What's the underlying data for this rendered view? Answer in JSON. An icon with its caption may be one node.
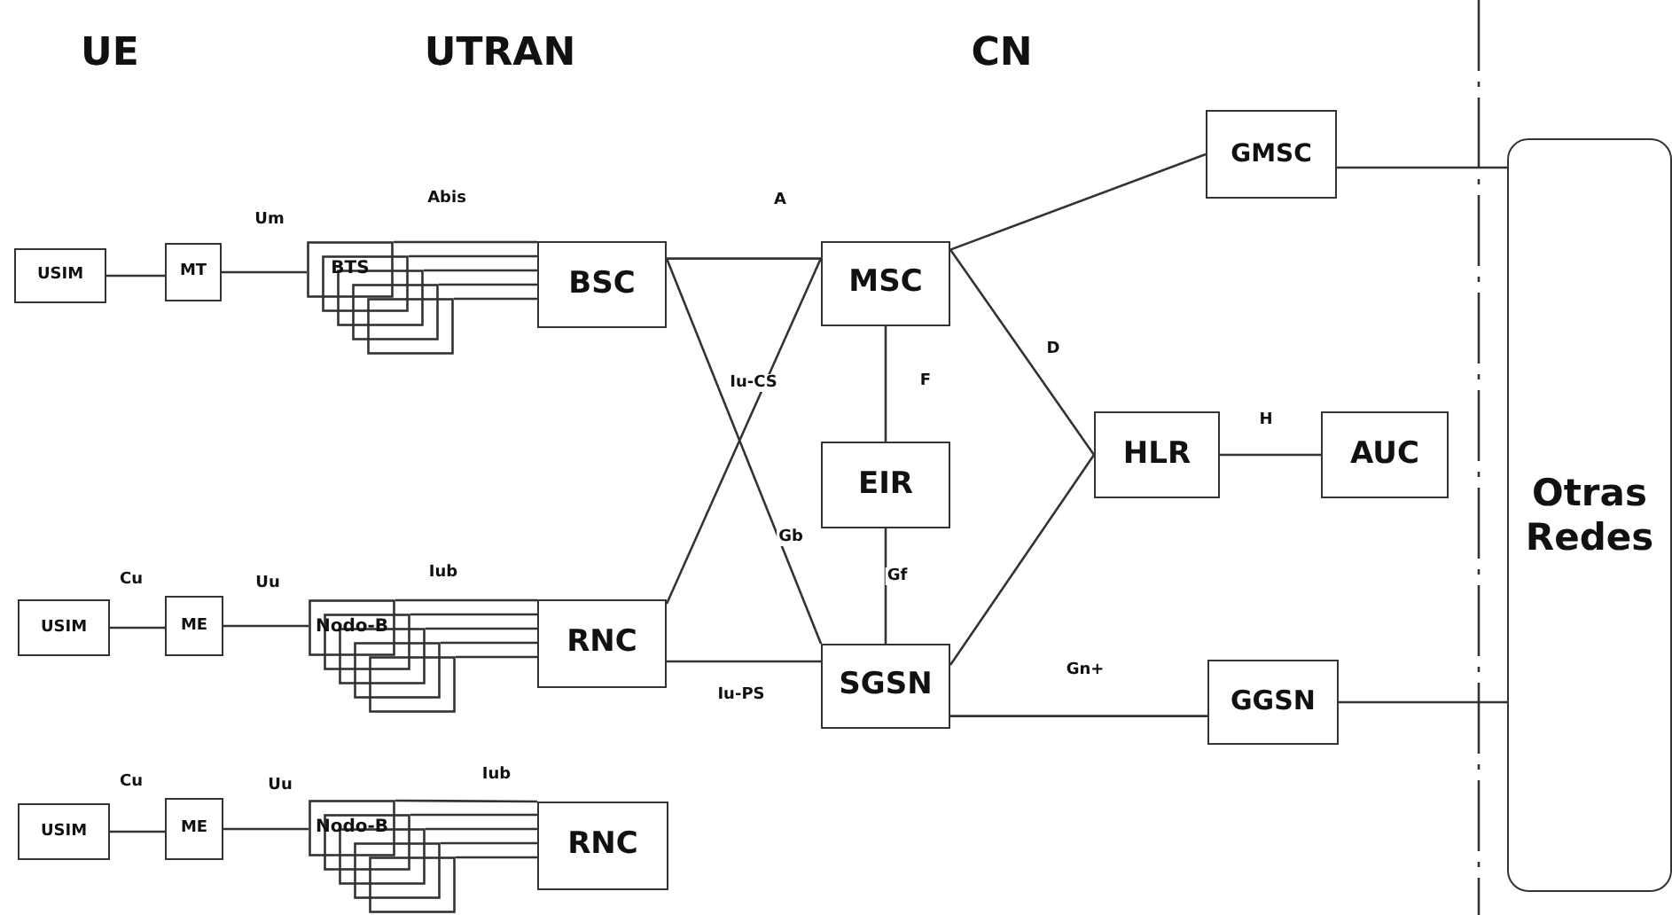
{
  "diagram": {
    "nodes": [
      {
        "text": [
          "USIM"
        ]
      },
      {
        "text": [
          "MT"
        ]
      },
      {
        "text": [
          "BTS"
        ]
      },
      {
        "text": [
          "BSC"
        ]
      },
      {
        "text": [
          "USIM"
        ]
      },
      {
        "text": [
          "ME"
        ]
      },
      {
        "text": [
          "Nodo-B"
        ]
      },
      {
        "text": [
          "RNC"
        ]
      },
      {
        "text": [
          "USIM"
        ]
      },
      {
        "text": [
          "ME"
        ]
      },
      {
        "text": [
          "Nodo-B"
        ]
      },
      {
        "text": [
          "RNC"
        ]
      },
      {
        "text": [
          "GMSC"
        ]
      },
      {
        "text": [
          "MSC"
        ]
      },
      {
        "text": [
          "EIR"
        ]
      },
      {
        "text": [
          "HLR"
        ]
      },
      {
        "text": [
          "AUC"
        ]
      },
      {
        "text": [
          "SGSN"
        ]
      },
      {
        "text": [
          "GGSN"
        ]
      },
      {
        "text": [
          "Otras Redes"
        ]
      }
    ],
    "edges": [
      {
        "from": 0,
        "to": 1,
        "arrow": "none"
      },
      {
        "from": 1,
        "to": 2,
        "arrow": "none",
        "label": "Um"
      },
      {
        "from": 2,
        "to": 3,
        "arrow": "none",
        "label": "Abis"
      },
      {
        "from": 2,
        "to": 3,
        "arrow": "none"
      },
      {
        "from": 2,
        "to": 3,
        "arrow": "none"
      },
      {
        "from": 2,
        "to": 3,
        "arrow": "none"
      },
      {
        "from": 2,
        "to": 3,
        "arrow": "none"
      },
      {
        "from": 4,
        "to": 5,
        "arrow": "none",
        "label": "Cu"
      },
      {
        "from": 5,
        "to": 6,
        "arrow": "none",
        "label": "Uu"
      },
      {
        "from": 6,
        "to": 7,
        "arrow": "none",
        "label": "Iub"
      },
      {
        "from": 6,
        "to": 7,
        "arrow": "none"
      },
      {
        "from": 6,
        "to": 7,
        "arrow": "none"
      },
      {
        "from": 6,
        "to": 7,
        "arrow": "none"
      },
      {
        "from": 6,
        "to": 7,
        "arrow": "none"
      },
      {
        "from": 8,
        "to": 9,
        "arrow": "none",
        "label": "Cu"
      },
      {
        "from": 9,
        "to": 10,
        "arrow": "none",
        "label": "Uu"
      },
      {
        "from": 10,
        "to": 11,
        "arrow": "none",
        "label": "Iub"
      },
      {
        "from": 10,
        "to": 11,
        "arrow": "none"
      },
      {
        "from": 10,
        "to": 11,
        "arrow": "none"
      },
      {
        "from": 10,
        "to": 11,
        "arrow": "none"
      },
      {
        "from": 10,
        "to": 11,
        "arrow": "none"
      },
      {
        "from": 3,
        "to": 13,
        "arrow": "none",
        "label": "A"
      },
      {
        "from": 3,
        "to": 17,
        "arrow": "none",
        "label": "Gb"
      },
      {
        "from": 7,
        "to": 13,
        "arrow": "none",
        "label": "Iu-CS"
      },
      {
        "from": 7,
        "to": 17,
        "arrow": "none",
        "label": "Iu-PS"
      },
      {
        "from": 13,
        "to": 14,
        "arrow": "none",
        "label": "F"
      },
      {
        "from": 14,
        "to": 17,
        "arrow": "none",
        "label": "Gf"
      },
      {
        "from": 13,
        "to": 12,
        "arrow": "none"
      },
      {
        "from": 13,
        "to": 15,
        "arrow": "none",
        "label": "D"
      },
      {
        "from": 17,
        "to": 15,
        "arrow": "none"
      },
      {
        "from": 15,
        "to": 16,
        "arrow": "none",
        "label": "H"
      },
      {
        "from": 17,
        "to": 18,
        "arrow": "none",
        "label": "Gn+"
      },
      {
        "from": 12,
        "to": 19,
        "arrow": "none"
      },
      {
        "from": 18,
        "to": 19,
        "arrow": "none"
      }
    ],
    "labels": [
      "UE",
      "UTRAN",
      "CN"
    ]
  }
}
